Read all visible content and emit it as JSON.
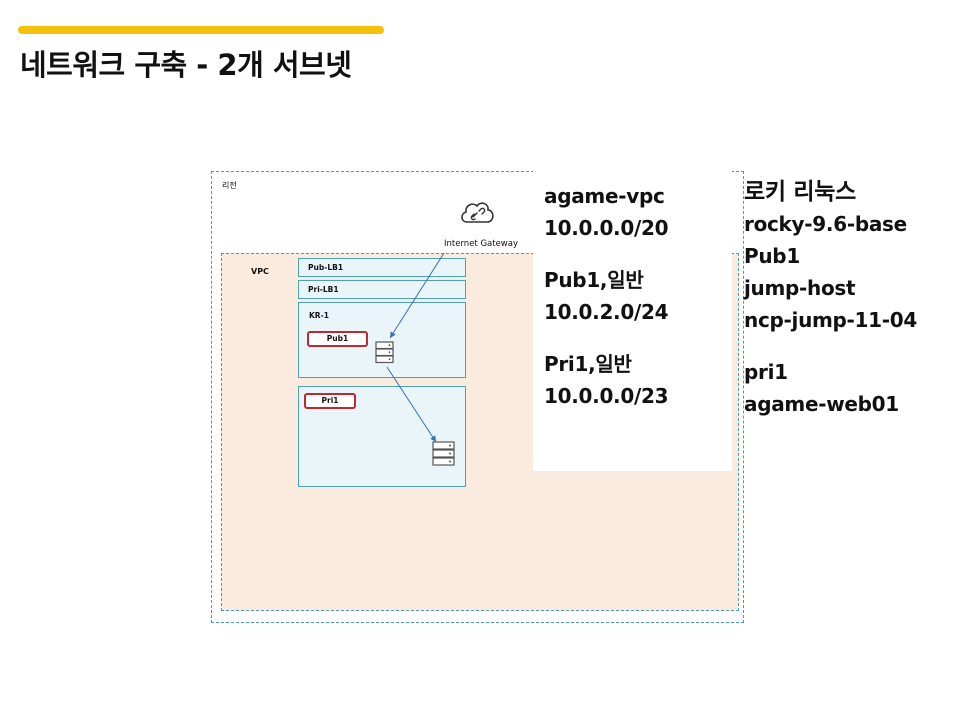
{
  "title": "네트워크 구축 - 2개 서브넷",
  "diagram": {
    "region_label": "리전",
    "vpc_label": "VPC",
    "gateway_label": "Internet Gateway",
    "lb_subnets": [
      "Pub-LB1",
      "Pri-LB1"
    ],
    "zone_label": "KR-1",
    "subnet_pub": "Pub1",
    "subnet_pri": "Pri1"
  },
  "info": {
    "vpc_name": "agame-vpc",
    "vpc_cidr": "10.0.0.0/20",
    "pub_subnet": "Pub1,일반",
    "pub_cidr": "10.0.2.0/24",
    "pri_subnet": "Pri1,일반",
    "pri_cidr": "10.0.0.0/23"
  },
  "servers": {
    "os": "로키 리눅스",
    "image": "rocky-9.6-base",
    "subnet": "Pub1",
    "jump_name": "jump-host",
    "jump_server": "ncp-jump-11-04",
    "pri_subnet": "pri1",
    "web_server": "agame-web01"
  },
  "colors": {
    "accent": "#f4c10a",
    "vpc_fill": "#fbebdf",
    "border": "#4a9bc0",
    "subnet_tag_border": "#c0282f"
  }
}
